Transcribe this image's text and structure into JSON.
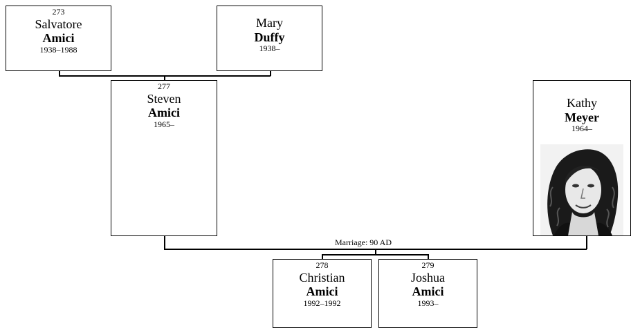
{
  "people": {
    "salvatore": {
      "id": "273",
      "given": "Salvatore",
      "surname": "Amici",
      "dates": "1938–1988"
    },
    "mary": {
      "id": "",
      "given": "Mary",
      "surname": "Duffy",
      "dates": "1938–"
    },
    "steven": {
      "id": "277",
      "given": "Steven",
      "surname": "Amici",
      "dates": "1965–"
    },
    "kathy": {
      "id": "",
      "given": "Kathy",
      "surname": "Meyer",
      "dates": "1964–"
    },
    "christian": {
      "id": "278",
      "given": "Christian",
      "surname": "Amici",
      "dates": "1992–1992"
    },
    "joshua": {
      "id": "279",
      "given": "Joshua",
      "surname": "Amici",
      "dates": "1993–"
    }
  },
  "marriage_label": "Marriage: 90 AD"
}
